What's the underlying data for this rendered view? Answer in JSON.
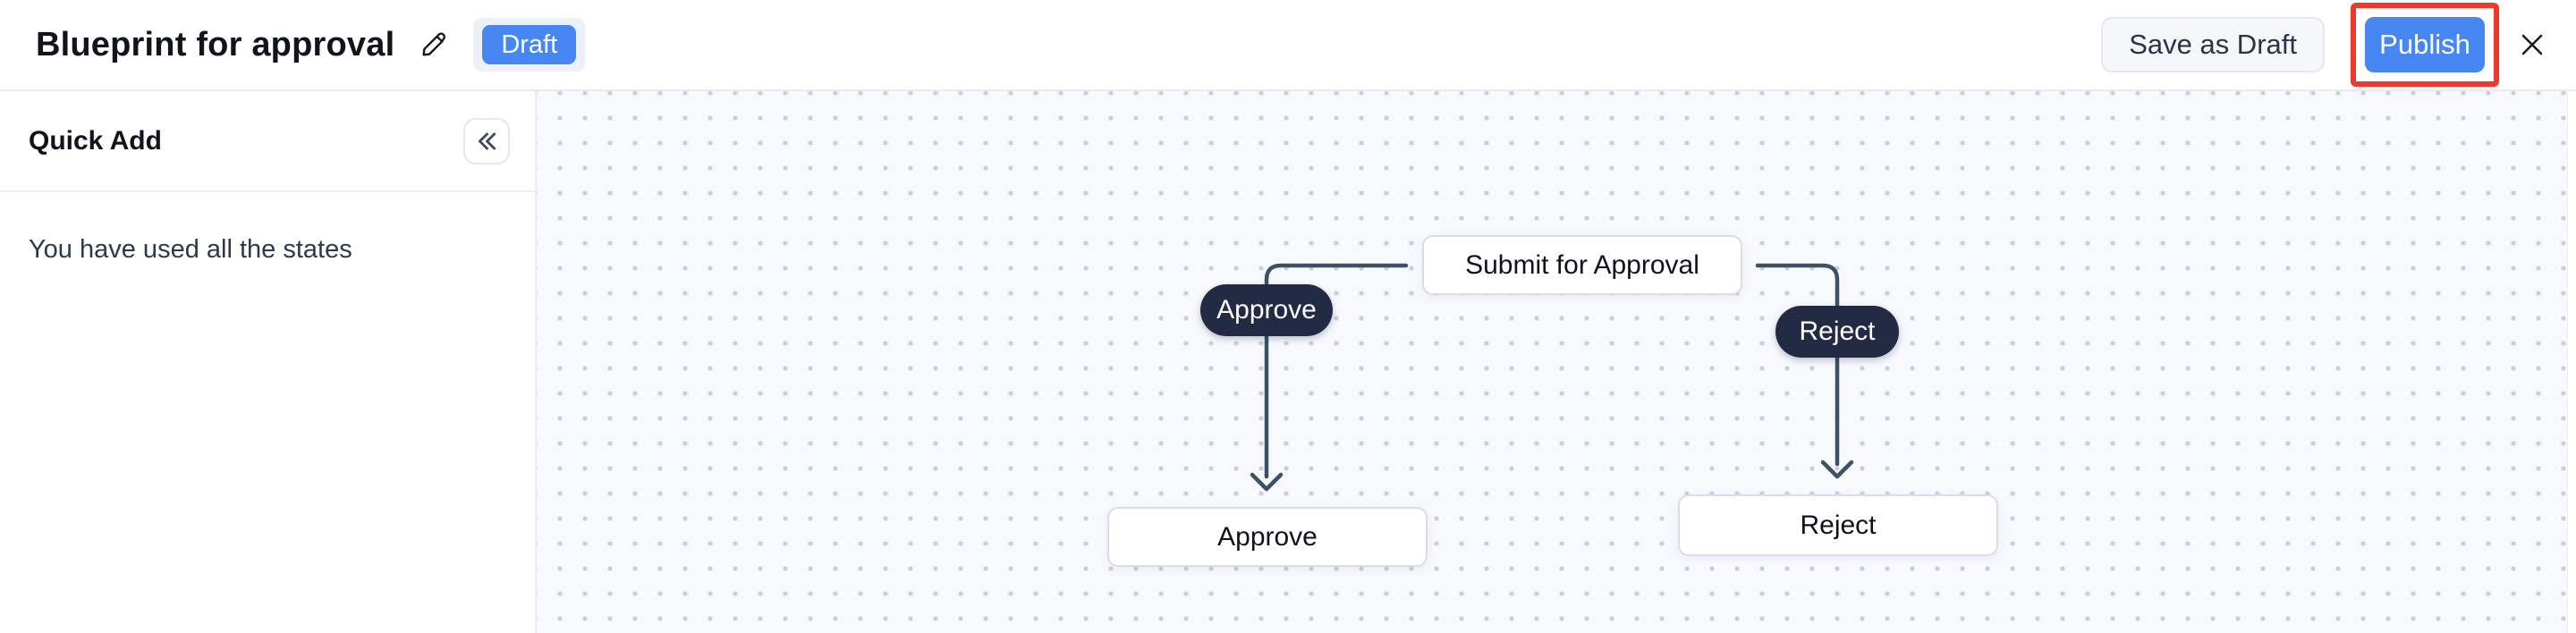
{
  "header": {
    "title": "Blueprint for approval",
    "status_badge": "Draft",
    "buttons": {
      "save_as_draft": "Save as Draft",
      "publish": "Publish"
    },
    "icons": {
      "edit": "pencil-icon",
      "close": "close-icon"
    },
    "publish_highlighted": true
  },
  "sidebar": {
    "title": "Quick Add",
    "collapse_icon": "double-chevron-left-icon",
    "empty_message": "You have used all the states"
  },
  "canvas": {
    "nodes": [
      {
        "id": "submit-for-approval",
        "label": "Submit for Approval",
        "type": "state"
      },
      {
        "id": "approve-transition",
        "label": "Approve",
        "type": "transition"
      },
      {
        "id": "reject-transition",
        "label": "Reject",
        "type": "transition"
      },
      {
        "id": "approve-state",
        "label": "Approve",
        "type": "state"
      },
      {
        "id": "reject-state",
        "label": "Reject",
        "type": "state"
      }
    ],
    "edges": [
      {
        "from": "submit-for-approval",
        "via": "approve-transition",
        "to": "approve-state"
      },
      {
        "from": "submit-for-approval",
        "via": "reject-transition",
        "to": "reject-state"
      }
    ]
  },
  "colors": {
    "accent_blue": "#4687f4",
    "highlight_red": "#ed392b",
    "pill_dark": "#232b44",
    "connector": "#3d5166",
    "canvas_bg": "#f8f9fd",
    "canvas_dot": "#c9cfdf"
  }
}
